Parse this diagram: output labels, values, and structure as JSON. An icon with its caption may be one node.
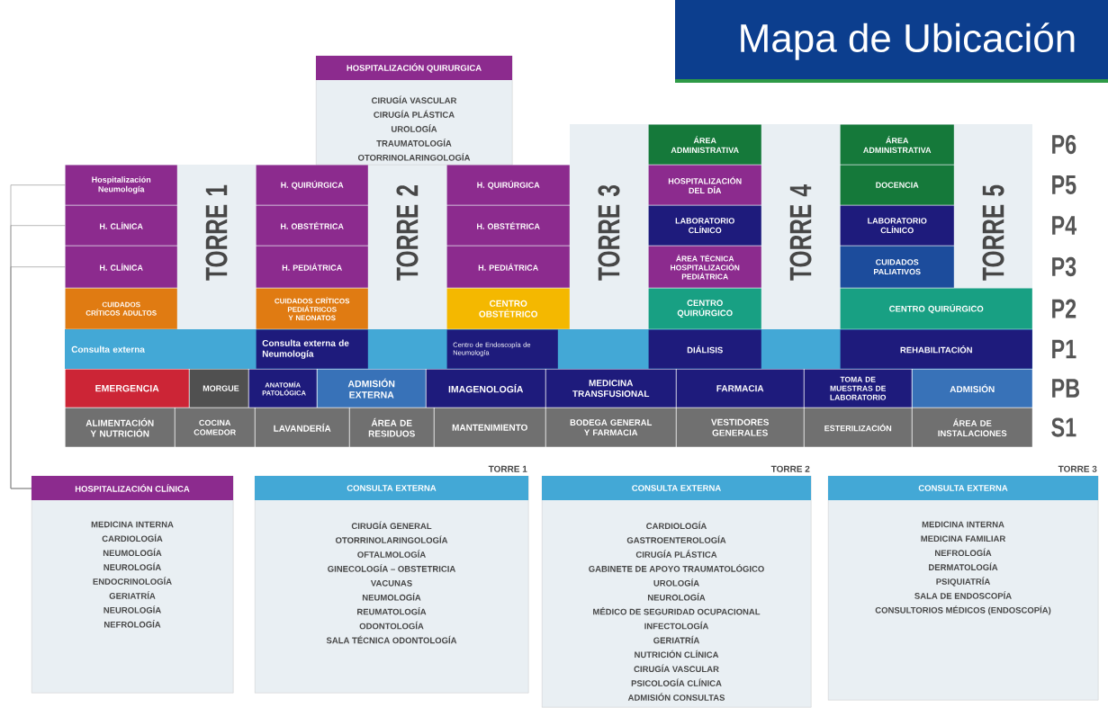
{
  "diagram": {
    "title": "Mapa de Ubicación",
    "nodes": [
      {
        "text": [
          "HOSPITALIZACIÓN QUIRURGICA",
          "CIRUGÍA VASCULAR",
          "CIRUGÍA PLÁSTICA",
          "UROLOGÍA",
          "TRAUMATOLOGÍA",
          "OTORRINOLARINGOLOGÍA"
        ]
      },
      {
        "text": [
          "TORRE 3"
        ]
      },
      {
        "text": [
          "ÁREA ADMINISTRATIVA"
        ]
      },
      {
        "text": [
          "TORRE 4"
        ]
      },
      {
        "text": [
          "ÁREA ADMINISTRATIVA"
        ]
      },
      {
        "text": [
          "TORRE 5"
        ]
      },
      {
        "text": [
          "Hospitalización Neumología"
        ]
      },
      {
        "text": [
          "TORRE 1"
        ]
      },
      {
        "text": [
          "H. QUIRÚRGICA"
        ]
      },
      {
        "text": [
          "TORRE 2"
        ]
      },
      {
        "text": [
          "H. QUIRÚRGICA"
        ]
      },
      {
        "text": [
          "HOSPITALIZACIÓN DEL DÍA"
        ]
      },
      {
        "text": [
          "DOCENCIA"
        ]
      },
      {
        "text": [
          "H. CLÍNICA"
        ]
      },
      {
        "text": [
          "H. OBSTÉTRICA"
        ]
      },
      {
        "text": [
          "H. OBSTÉTRICA"
        ]
      },
      {
        "text": [
          "LABORATORIO CLÍNICO"
        ]
      },
      {
        "text": [
          "LABORATORIO CLÍNICO"
        ]
      },
      {
        "text": [
          "H. CLÍNICA"
        ]
      },
      {
        "text": [
          "H. PEDIÁTRICA"
        ]
      },
      {
        "text": [
          "H. PEDIÁTRICA"
        ]
      },
      {
        "text": [
          "ÁREA TÉCNICA HOSPITALIZACIÓN PEDIÁTRICA"
        ]
      },
      {
        "text": [
          "CUIDADOS PALIATIVOS"
        ]
      },
      {
        "text": [
          "CUIDADOS CRÍTICOS ADULTOS"
        ]
      },
      {
        "text": [
          "CUIDADOS CRÍTICOS PEDIÁTRICOS Y NEONATOS"
        ]
      },
      {
        "text": [
          "CENTRO OBSTÉTRICO"
        ]
      },
      {
        "text": [
          "CENTRO QUIRÚRGICO"
        ]
      },
      {
        "text": [
          "CENTRO QUIRÚRGICO"
        ]
      },
      {
        "text": [
          "Consulta externa"
        ]
      },
      {
        "text": [
          "Consulta externa de Neumología"
        ]
      },
      {
        "text": [
          "Centro de Endoscopía de Neumología"
        ]
      },
      {
        "text": [
          "DIÁLISIS"
        ]
      },
      {
        "text": [
          "REHABILITACIÓN"
        ]
      },
      {
        "text": [
          "EMERGENCIA"
        ]
      },
      {
        "text": [
          "MORGUE"
        ]
      },
      {
        "text": [
          "ANATOMÍA PATOLÓGICA"
        ]
      },
      {
        "text": [
          "ADMISIÓN EXTERNA"
        ]
      },
      {
        "text": [
          "IMAGENOLOGÍA"
        ]
      },
      {
        "text": [
          "MEDICINA TRANSFUSIONAL"
        ]
      },
      {
        "text": [
          "FARMACIA"
        ]
      },
      {
        "text": [
          "TOMA DE MUESTRAS DE LABORATORIO"
        ]
      },
      {
        "text": [
          "ADMISIÓN"
        ]
      },
      {
        "text": [
          "ALIMENTACIÓN Y NUTRICIÓN"
        ]
      },
      {
        "text": [
          "COCINA COMEDOR"
        ]
      },
      {
        "text": [
          "LAVANDERÍA"
        ]
      },
      {
        "text": [
          "ÁREA DE RESIDUOS"
        ]
      },
      {
        "text": [
          "MANTENIMIENTO"
        ]
      },
      {
        "text": [
          "BODEGA GENERAL Y FARMACIA"
        ]
      },
      {
        "text": [
          "VESTIDORES GENERALES"
        ]
      },
      {
        "text": [
          "ESTERILIZACIÓN"
        ]
      },
      {
        "text": [
          "ÁREA DE INSTALACIONES"
        ]
      },
      {
        "text": [
          "HOSPITALIZACIÓN CLÍNICA",
          "MEDICINA INTERNA",
          "CARDIOLOGÍA",
          "NEUMOLOGÍA",
          "NEUROLOGÍA",
          "ENDOCRINOLOGÍA",
          "GERIATRÍA",
          "NEUROLOGÍA",
          "NEFROLOGÍA"
        ]
      },
      {
        "text": [
          "CONSULTA EXTERNA",
          "CIRUGÍA GENERAL",
          "OTORRINOLARINGOLOGÍA",
          "OFTALMOLOGÍA",
          "GINECOLOGÍA – OBSTETRICIA",
          "VACUNAS",
          "NEUMOLOGÍA",
          "REUMATOLOGÍA",
          "ODONTOLOGÍA",
          "SALA TÉCNICA ODONTOLOGÍA"
        ],
        "beside": [
          "TORRE 1"
        ]
      },
      {
        "text": [
          "CONSULTA EXTERNA",
          "CARDIOLOGÍA",
          "GASTROENTEROLOGÍA",
          "CIRUGÍA PLÁSTICA",
          "GABINETE DE APOYO TRAUMATOLÓGICO",
          "UROLOGÍA",
          "NEUROLOGÍA",
          "MÉDICO DE SEGURIDAD OCUPACIONAL",
          "INFECTOLOGÍA",
          "GERIATRÍA",
          "NUTRICIÓN CLÍNICA",
          "CIRUGÍA VASCULAR",
          "PSICOLOGÍA CLÍNICA",
          "ADMISIÓN CONSULTAS"
        ],
        "beside": [
          "TORRE 2"
        ]
      },
      {
        "text": [
          "CONSULTA EXTERNA",
          "MEDICINA INTERNA",
          "MEDICINA FAMILIAR",
          "NEFROLOGÍA",
          "DERMATOLOGÍA",
          "PSIQUIATRÍA",
          "SALA DE ENDOSCOPÍA",
          "CONSULTORIOS MÉDICOS (ENDOSCOPÍA)"
        ],
        "beside": [
          "TORRE 3"
        ]
      }
    ],
    "edges": [
      {
        "from": 6,
        "to": 51,
        "arrow": "none"
      },
      {
        "from": 13,
        "to": 51,
        "arrow": "none"
      },
      {
        "from": 18,
        "to": 51,
        "arrow": "none"
      }
    ],
    "labels": [
      "P6",
      "P5",
      "P4",
      "P3",
      "P2",
      "P1",
      "PB",
      "S1"
    ]
  }
}
